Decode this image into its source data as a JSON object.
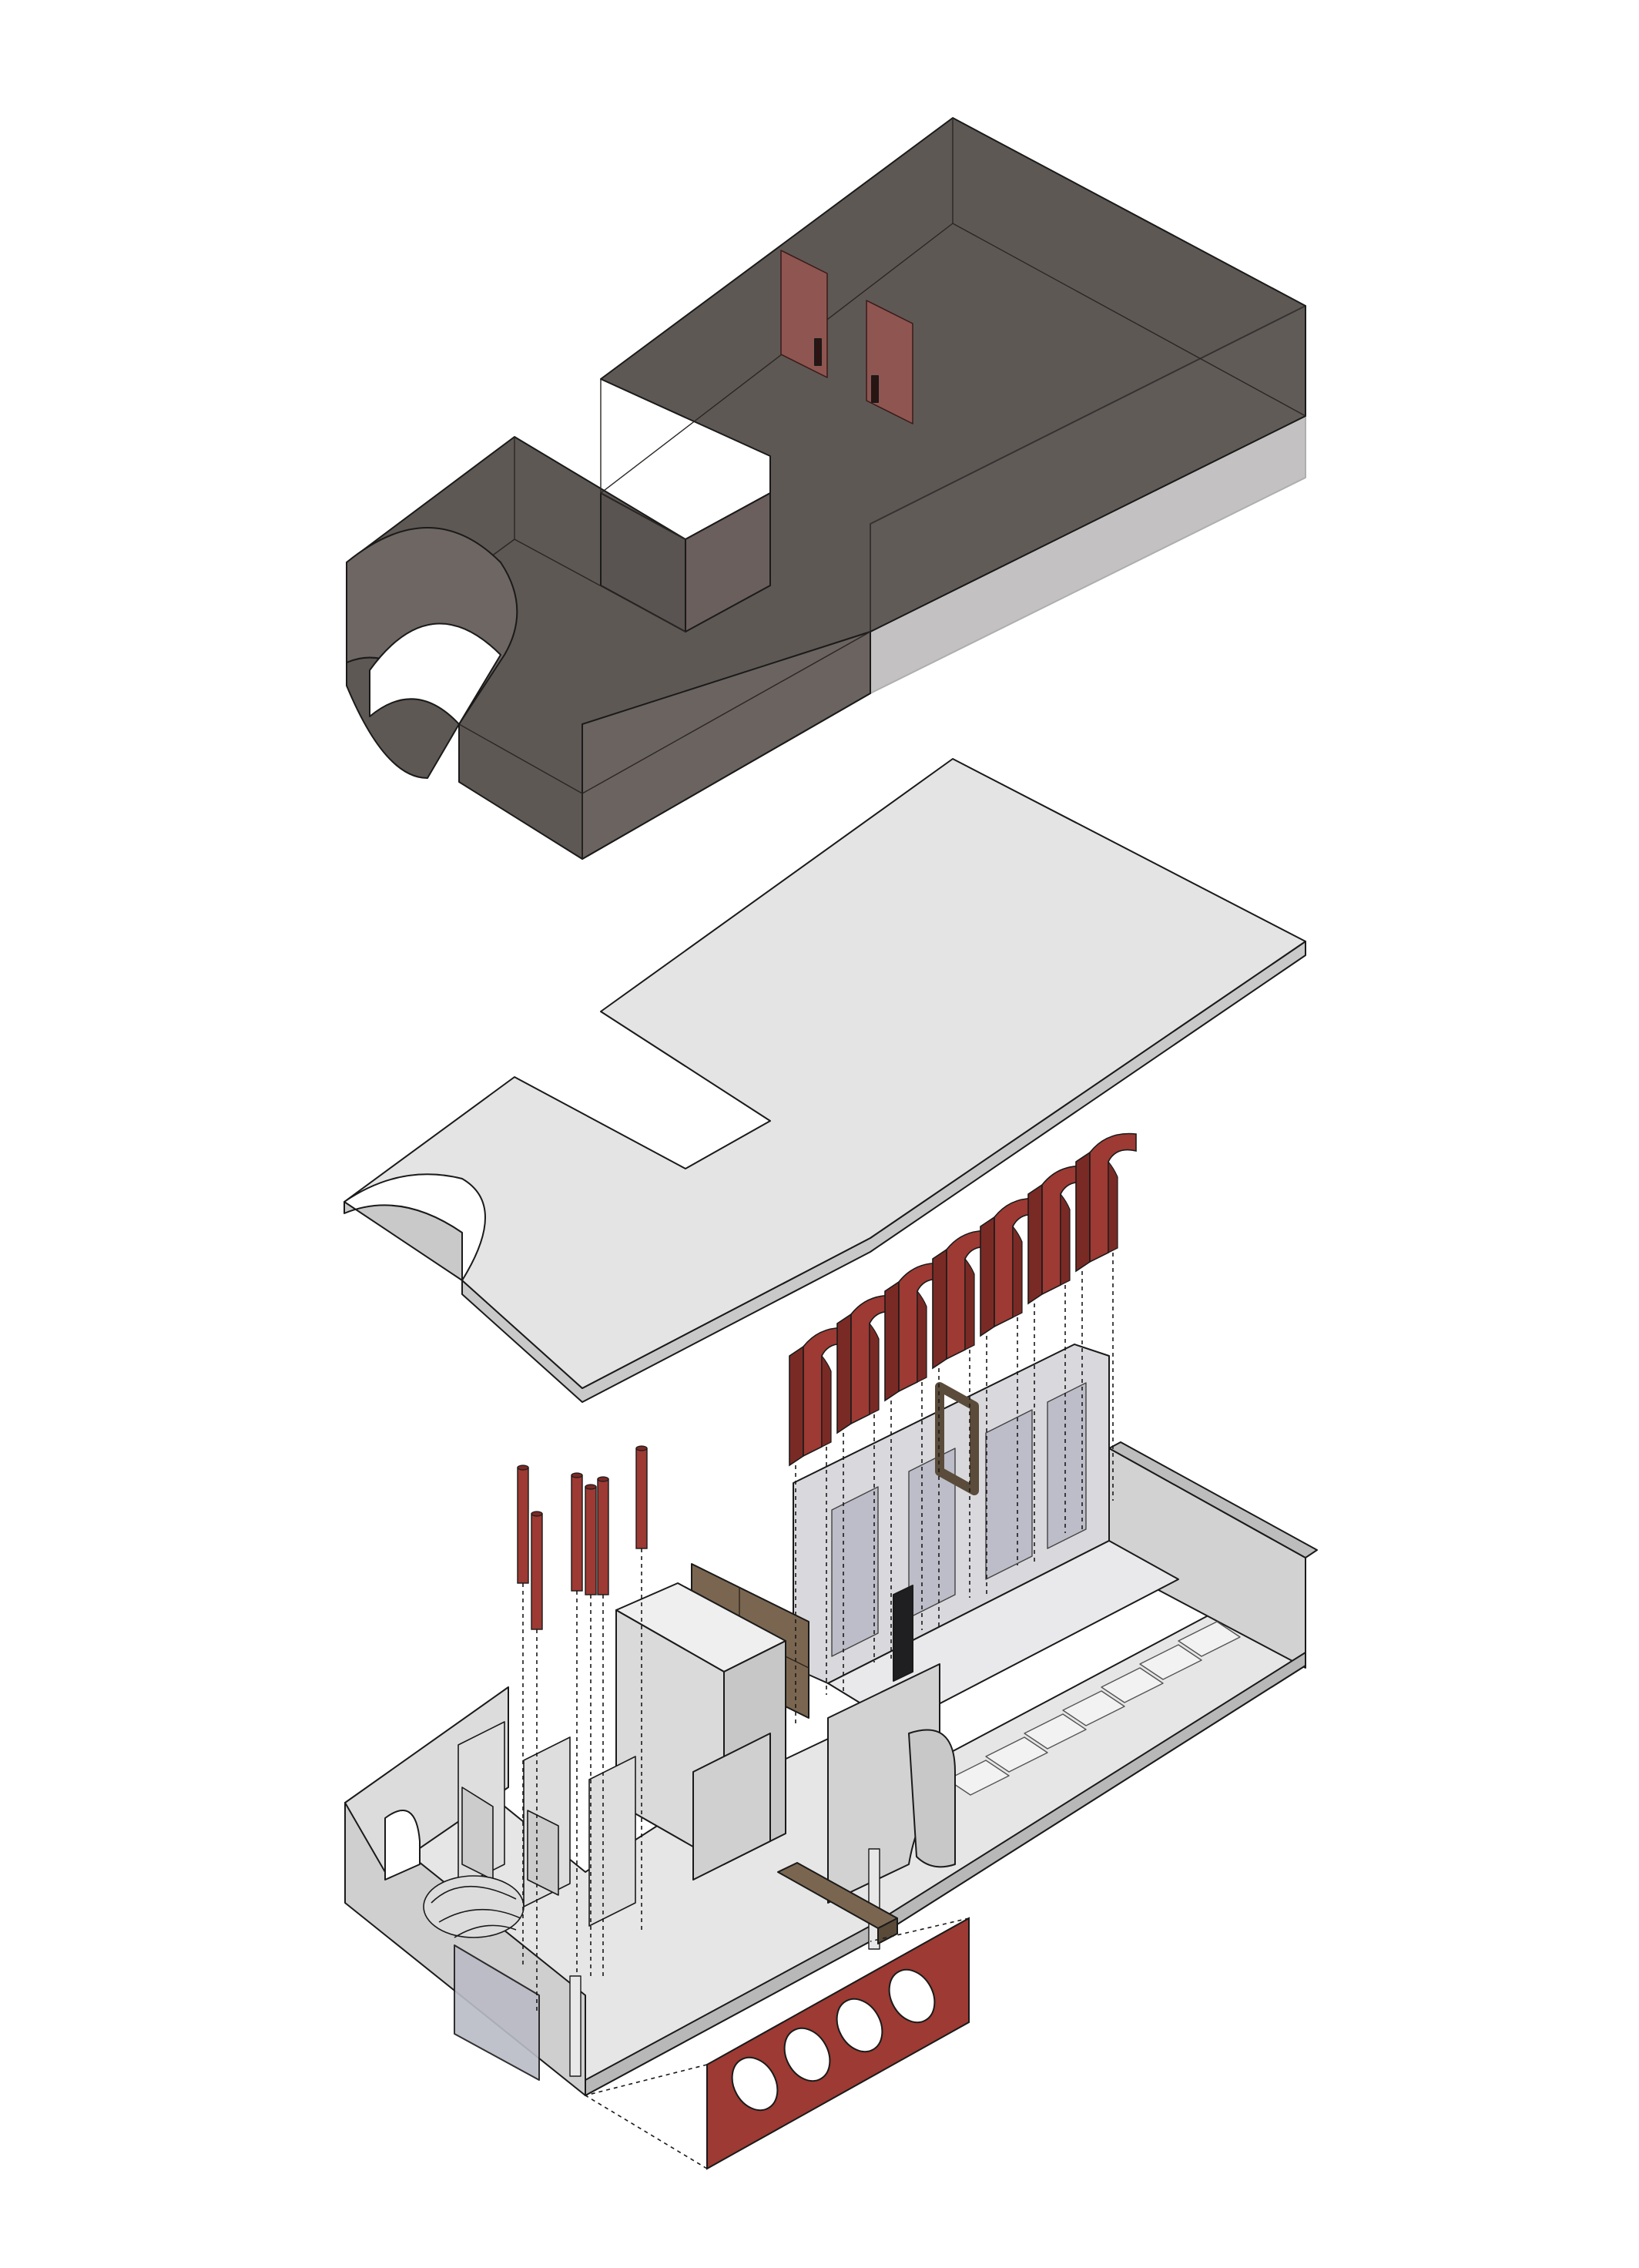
{
  "diagram": {
    "type": "exploded-axonometric",
    "layers": [
      "roof-volume",
      "ceiling-slab",
      "ground-floor-plan"
    ],
    "colors": {
      "volume_dark": "#5e5855",
      "volume_side": "#6a6360",
      "slab_top": "#e4e4e4",
      "slab_edge": "#c9c9c9",
      "floor": "#e6e6e6",
      "wall_light": "#d6d6d6",
      "wall_mid": "#c4c4c4",
      "accent_red": "#9c3a33",
      "accent_red_dark": "#7a2a25",
      "wood_brown": "#7a6650",
      "glass": "#b9bbc6",
      "line": "#1a1a1a"
    },
    "counts": {
      "ceiling_baffles": 7,
      "red_columns": 6,
      "porthole_openings": 4
    }
  }
}
